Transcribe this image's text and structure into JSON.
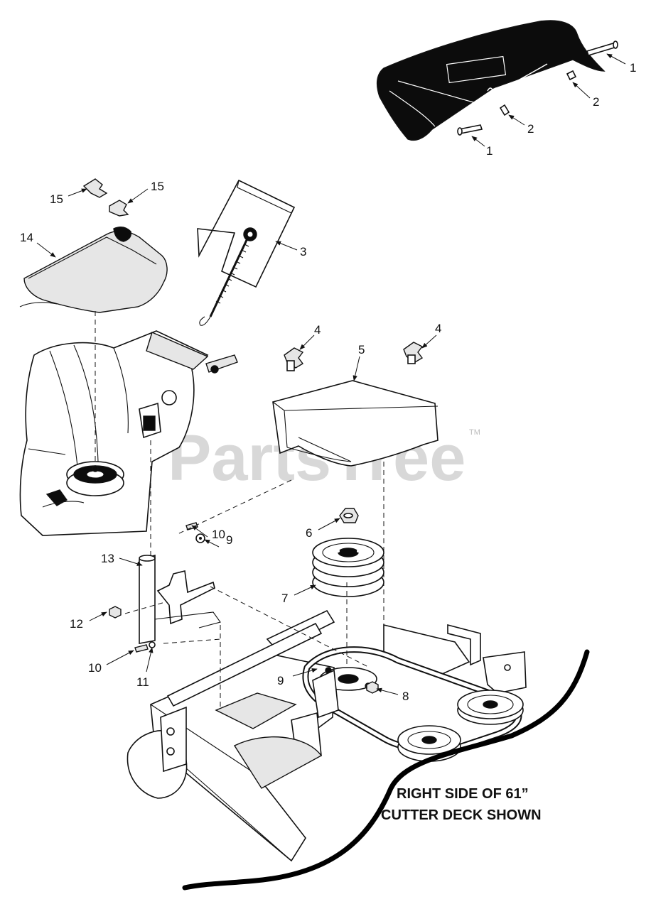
{
  "watermark": {
    "text": "PartsTree",
    "trademark": "TM"
  },
  "caption": {
    "line1": "RIGHT SIDE OF 61”",
    "line2": "CUTTER DECK SHOWN"
  },
  "callouts": [
    {
      "id": "c1a",
      "label": "1"
    },
    {
      "id": "c2a",
      "label": "2"
    },
    {
      "id": "c2b",
      "label": "2"
    },
    {
      "id": "c1b",
      "label": "1"
    },
    {
      "id": "c15a",
      "label": "15"
    },
    {
      "id": "c15b",
      "label": "15"
    },
    {
      "id": "c14",
      "label": "14"
    },
    {
      "id": "c3",
      "label": "3"
    },
    {
      "id": "c4a",
      "label": "4"
    },
    {
      "id": "c5",
      "label": "5"
    },
    {
      "id": "c4b",
      "label": "4"
    },
    {
      "id": "c6",
      "label": "6"
    },
    {
      "id": "c10a",
      "label": "10"
    },
    {
      "id": "c9a",
      "label": "9"
    },
    {
      "id": "c13",
      "label": "13"
    },
    {
      "id": "c7",
      "label": "7"
    },
    {
      "id": "c12",
      "label": "12"
    },
    {
      "id": "c10b",
      "label": "10"
    },
    {
      "id": "c11",
      "label": "11"
    },
    {
      "id": "c9b",
      "label": "9"
    },
    {
      "id": "c8",
      "label": "8"
    }
  ]
}
